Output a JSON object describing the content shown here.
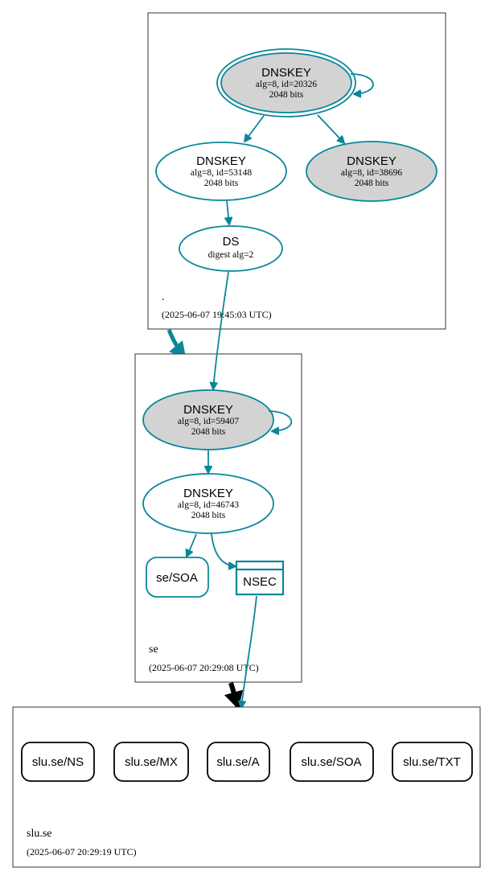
{
  "zones": [
    {
      "id": "root",
      "name": ".",
      "timestamp": "(2025-06-07 19:45:03 UTC)"
    },
    {
      "id": "se",
      "name": "se",
      "timestamp": "(2025-06-07 20:29:08 UTC)"
    },
    {
      "id": "slu",
      "name": "slu.se",
      "timestamp": "(2025-06-07 20:29:19 UTC)"
    }
  ],
  "nodes": {
    "root_ksk": {
      "title": "DNSKEY",
      "line1": "alg=8, id=20326",
      "line2": "2048 bits"
    },
    "root_zsk": {
      "title": "DNSKEY",
      "line1": "alg=8, id=53148",
      "line2": "2048 bits"
    },
    "root_zsk2": {
      "title": "DNSKEY",
      "line1": "alg=8, id=38696",
      "line2": "2048 bits"
    },
    "se_ds": {
      "title": "DS",
      "line1": "digest alg=2"
    },
    "se_ksk": {
      "title": "DNSKEY",
      "line1": "alg=8, id=59407",
      "line2": "2048 bits"
    },
    "se_zsk": {
      "title": "DNSKEY",
      "line1": "alg=8, id=46743",
      "line2": "2048 bits"
    },
    "se_soa": {
      "label": "se/SOA"
    },
    "se_nsec": {
      "label": "NSEC"
    }
  },
  "slu_records": [
    "slu.se/NS",
    "slu.se/MX",
    "slu.se/A",
    "slu.se/SOA",
    "slu.se/TXT"
  ],
  "colors": {
    "edge": "#0a879a",
    "sep_fill": "#d3d3d3",
    "node_stroke": "#0a879a",
    "delegation_insecure": "#000000"
  }
}
